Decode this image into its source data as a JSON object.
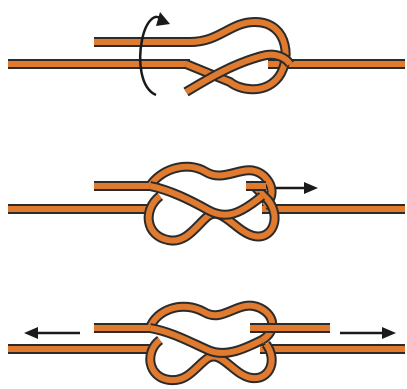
{
  "diagram": {
    "steps": [
      {
        "motion": "rotate-loop"
      },
      {
        "motion": "pull-right"
      },
      {
        "motion": "pull-both"
      }
    ],
    "colors": {
      "rope": "#e07a2e",
      "outline": "#2b2b2b",
      "arrow": "#1a1a1a",
      "background": "#ffffff"
    },
    "icons": [
      "rotation-arrow-icon",
      "right-arrow-icon",
      "left-arrow-icon"
    ]
  }
}
